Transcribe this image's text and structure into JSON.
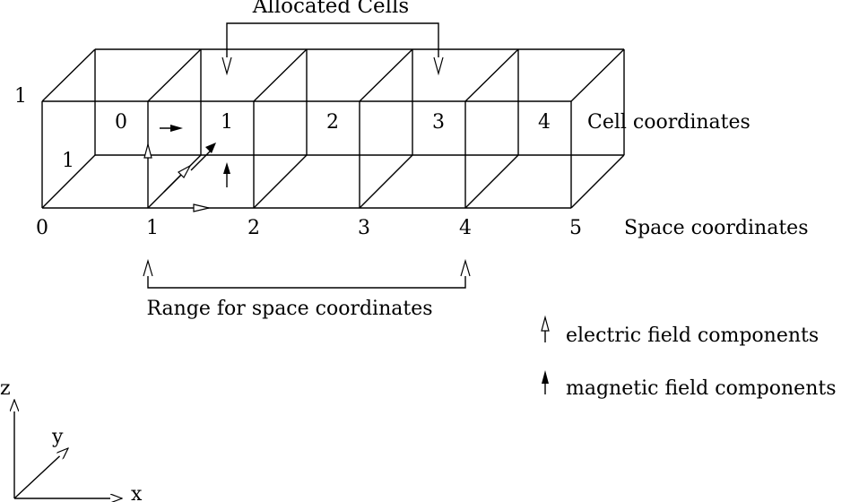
{
  "title": "Allocated Cells",
  "cell_coordinates_label": "Cell coordinates",
  "space_coordinates_label": "Space coordinates",
  "range_label": "Range for space coordinates",
  "cell_numbers": [
    "0",
    "1",
    "2",
    "3",
    "4"
  ],
  "space_numbers": [
    "0",
    "1",
    "2",
    "3",
    "4",
    "5"
  ],
  "left_marks": {
    "y_top": "1",
    "z_front": "1"
  },
  "legend": {
    "electric": "electric field components",
    "magnetic": "magnetic field components"
  },
  "axes": {
    "x": "x",
    "y": "y",
    "z": "z"
  }
}
